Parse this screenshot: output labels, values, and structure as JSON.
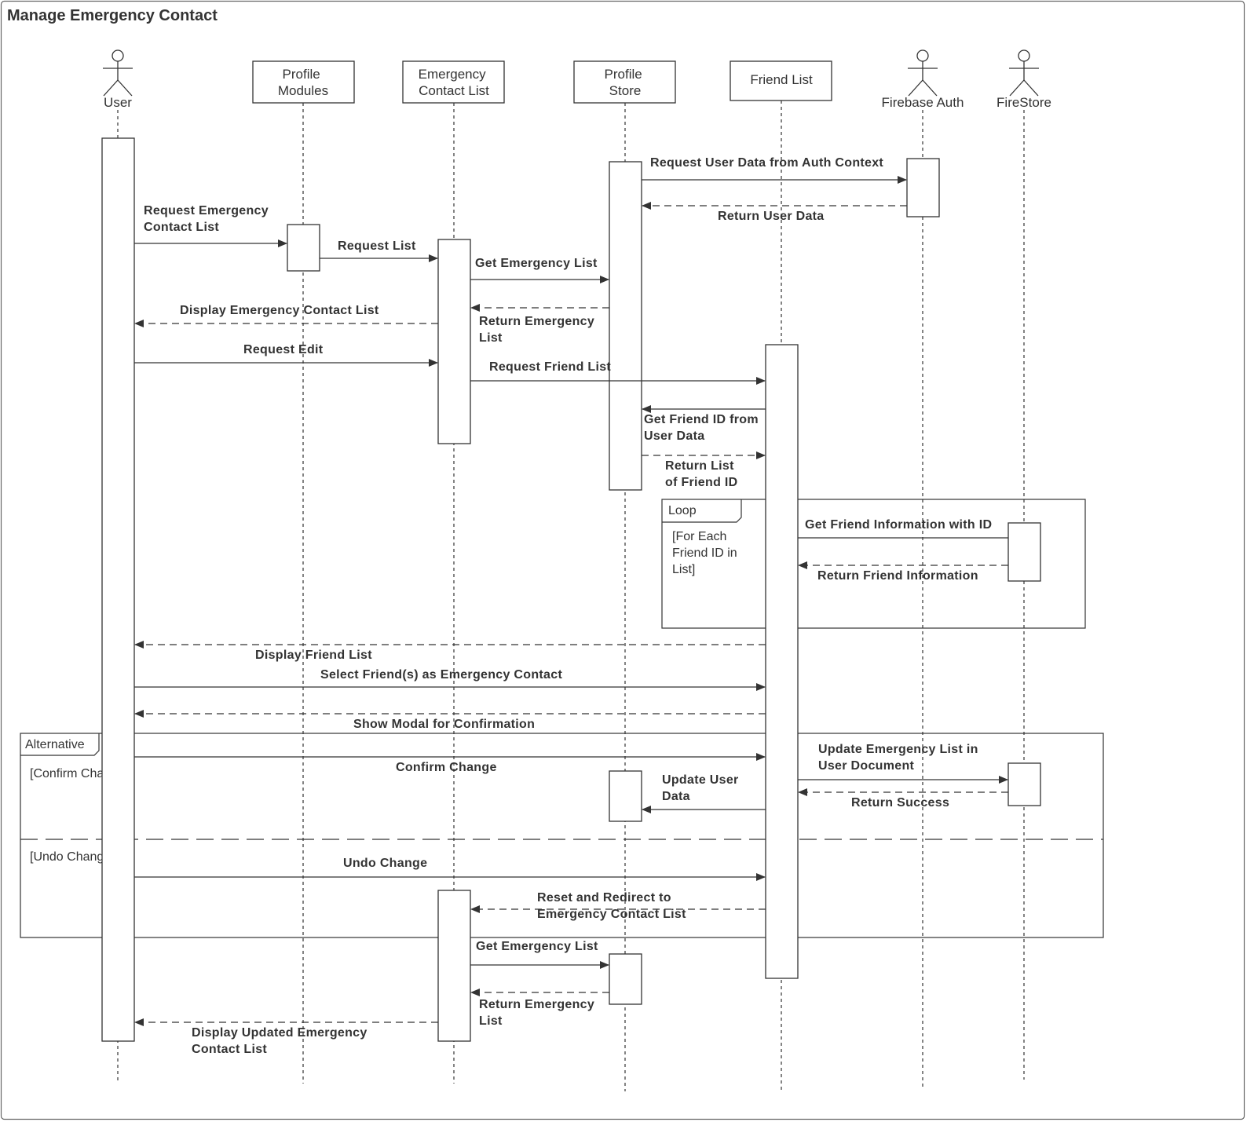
{
  "diagram": {
    "title": "Manage Emergency Contact",
    "participants": {
      "user": "User",
      "profile_modules": [
        "Profile",
        "Modules"
      ],
      "emergency_contact_list": [
        "Emergency",
        "Contact List"
      ],
      "profile_store": [
        "Profile",
        "Store"
      ],
      "friend_list": "Friend List",
      "firebase_auth": "Firebase Auth",
      "firestore": "FireStore"
    },
    "messages": {
      "request_user_data": "Request User Data from Auth Context",
      "return_user_data": "Return User Data",
      "request_emergency_contact_list": [
        "Request Emergency",
        "Contact List"
      ],
      "request_list": "Request List",
      "get_emergency_list_1": "Get Emergency List",
      "display_emergency_contact_list": "Display Emergency Contact List",
      "return_emergency_list_1": [
        "Return Emergency",
        "List"
      ],
      "request_edit": "Request Edit",
      "request_friend_list": "Request Friend List",
      "get_friend_id": [
        "Get Friend ID from",
        "User Data"
      ],
      "return_list_friend_id": [
        "Return List",
        "of Friend ID"
      ],
      "get_friend_information": "Get Friend Information with ID",
      "return_friend_information": "Return Friend Information",
      "display_friend_list": "Display Friend List",
      "select_friends": "Select Friend(s) as Emergency Contact",
      "show_modal": "Show Modal for Confirmation",
      "confirm_change": "Confirm Change",
      "update_emergency_list": [
        "Update Emergency List in",
        " User Document"
      ],
      "update_user_data": [
        "Update User",
        "Data"
      ],
      "return_success": "Return Success",
      "undo_change": "Undo Change",
      "reset_redirect": [
        "Reset and Redirect to",
        "Emergency Contact List"
      ],
      "get_emergency_list_2": "Get Emergency List",
      "return_emergency_list_2": [
        "Return Emergency",
        "List"
      ],
      "display_updated_list": [
        "Display Updated Emergency",
        "Contact List"
      ]
    },
    "fragments": {
      "loop_label": "Loop",
      "loop_guard": [
        "[For Each",
        "Friend ID in",
        "List]"
      ],
      "alt_label": "Alternative",
      "alt_guard_1": "[Confirm Change]",
      "alt_guard_2": "[Undo Change]"
    }
  }
}
